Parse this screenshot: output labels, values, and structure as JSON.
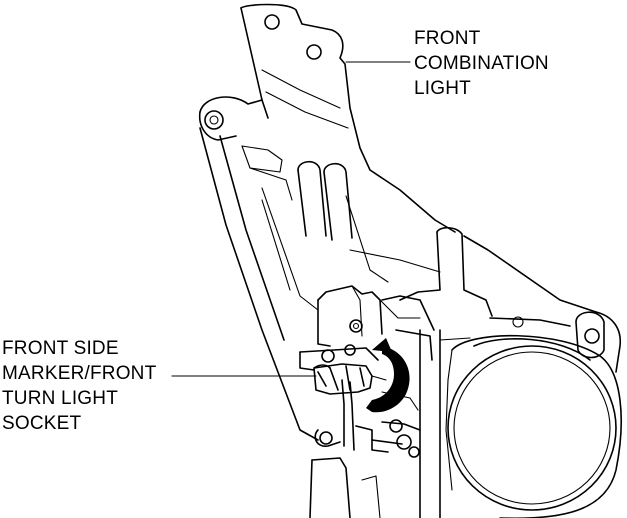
{
  "labels": {
    "front_combination_light": [
      "FRONT",
      "COMBINATION",
      "LIGHT"
    ],
    "socket": [
      "FRONT SIDE",
      "MARKER/FRONT",
      "TURN LIGHT",
      "SOCKET"
    ]
  },
  "colors": {
    "line": "#000000",
    "background": "#ffffff"
  }
}
